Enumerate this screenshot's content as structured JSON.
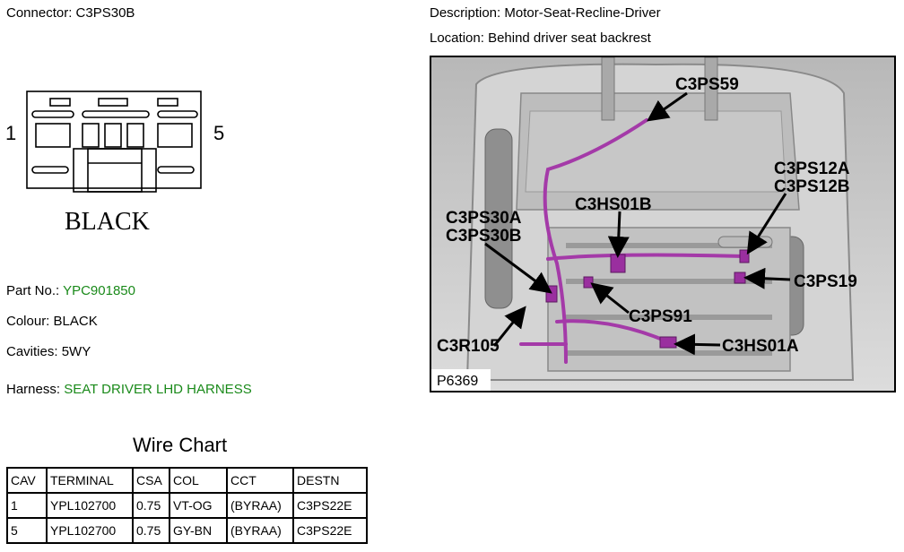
{
  "connector": {
    "label": "Connector:",
    "value": "C3PS30B"
  },
  "description": {
    "label": "Description:",
    "value": "Motor-Seat-Recline-Driver"
  },
  "location": {
    "label": "Location:",
    "value": "Behind driver seat backrest"
  },
  "diagram": {
    "pin_left": "1",
    "pin_right": "5",
    "color_label": "BLACK"
  },
  "part": {
    "label": "Part No.:",
    "value": "YPC901850"
  },
  "colour": {
    "label": "Colour:",
    "value": "BLACK"
  },
  "cavities": {
    "label": "Cavities:",
    "value": "5WY"
  },
  "harness": {
    "label": "Harness:",
    "value": "SEAT DRIVER LHD HARNESS"
  },
  "photo": {
    "callouts": [
      "C3PS59",
      "C3PS12A",
      "C3PS12B",
      "C3HS01B",
      "C3PS30A",
      "C3PS30B",
      "C3PS19",
      "C3PS91",
      "C3R105",
      "C3HS01A"
    ],
    "ref": "P6369",
    "wire_color": "#a43aa8"
  },
  "wire_chart": {
    "title": "Wire Chart",
    "headers": [
      "CAV",
      "TERMINAL",
      "CSA",
      "COL",
      "CCT",
      "DESTN"
    ],
    "rows": [
      [
        "1",
        "YPL102700",
        "0.75",
        "VT-OG",
        "(BYRAA)",
        "C3PS22E"
      ],
      [
        "5",
        "YPL102700",
        "0.75",
        "GY-BN",
        "(BYRAA)",
        "C3PS22E"
      ]
    ]
  }
}
